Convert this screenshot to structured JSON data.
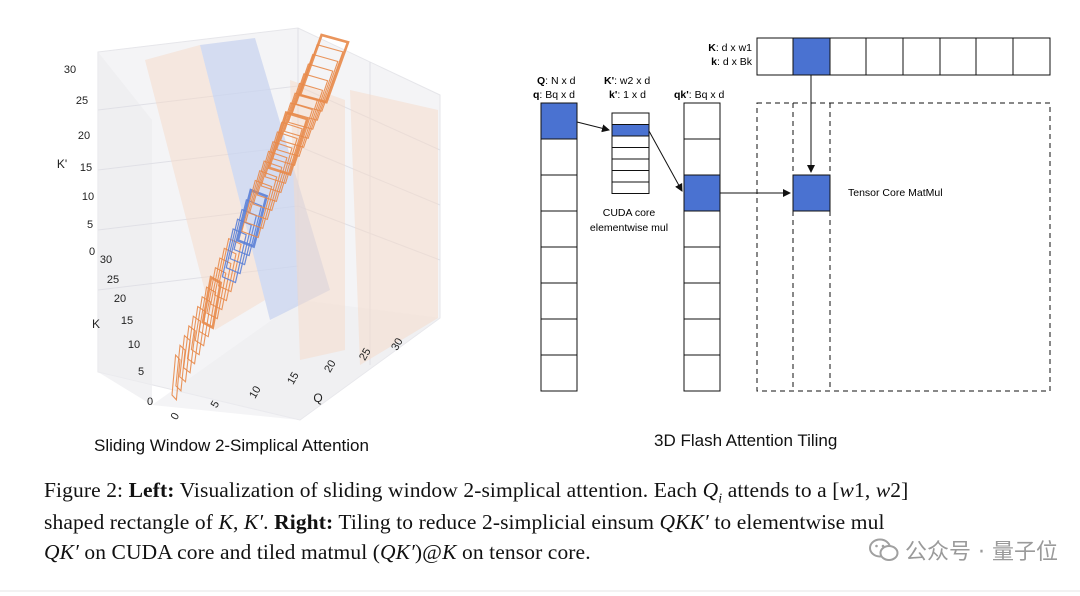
{
  "left_panel": {
    "title": "Sliding Window 2-Simplical Attention",
    "axes": {
      "kprime_label": "K'",
      "k_label": "K",
      "q_label": "Q",
      "kprime_ticks": [
        "0",
        "5",
        "10",
        "15",
        "20",
        "25",
        "30"
      ],
      "k_ticks": [
        "0",
        "5",
        "10",
        "15",
        "20",
        "25",
        "30"
      ],
      "q_ticks": [
        "0",
        "5",
        "10",
        "15",
        "20",
        "25",
        "30"
      ]
    },
    "colors": {
      "window_orange": "#e8894a",
      "window_blue": "#5b7fd6",
      "plane_orange": "#f6d9c8",
      "plane_blue": "#c9d4ef"
    }
  },
  "right_panel": {
    "title": "3D Flash Attention Tiling",
    "k_label_bold": "K",
    "k_label_rest": ": d x w1",
    "k2_label_bold": "k",
    "k2_label_rest": ": d x Bk",
    "q_label_bold": "Q",
    "q_label_rest": ": N x d",
    "q2_label_bold": "q",
    "q2_label_rest": ": Bq x d",
    "kp_label_bold": "K'",
    "kp_label_rest": ": w2 x d",
    "kp2_label_bold": "k'",
    "kp2_label_rest": ": 1 x d",
    "qk_label_bold": "qk'",
    "qk_label_rest": ": Bq x d",
    "cuda_line1": "CUDA core",
    "cuda_line2": "elementwise mul",
    "tensor_label": "Tensor Core MatMul",
    "colors": {
      "block": "#4a72d1"
    }
  },
  "caption": {
    "figure_no": "Figure 2: ",
    "left_bold": "Left:",
    "line1_text": " Visualization of sliding window 2-simplical attention. Each ",
    "line1_qi": "Q",
    "line1_i": "i",
    "line1_rest": " attends to a [",
    "line1_w": "w",
    "line1_one": "1, ",
    "line1_w2": "w",
    "line1_two": "2]",
    "line2_a": "shaped rectangle of ",
    "line2_K": "K",
    "line2_comma": ", ",
    "line2_Kp": "K′",
    "line2_dot": ". ",
    "right_bold": "Right:",
    "line2_b": " Tiling to reduce 2-simplicial einsum ",
    "line2_qkk": "QKK′",
    "line2_c": " to elementwise mul",
    "line3_qk": "QK′",
    "line3_a": " on CUDA core and tiled matmul (",
    "line3_qk2": "QK′",
    "line3_b": ")@",
    "line3_K": "K",
    "line3_c": " on tensor core."
  },
  "watermark": {
    "text": "公众号 · 量子位"
  }
}
